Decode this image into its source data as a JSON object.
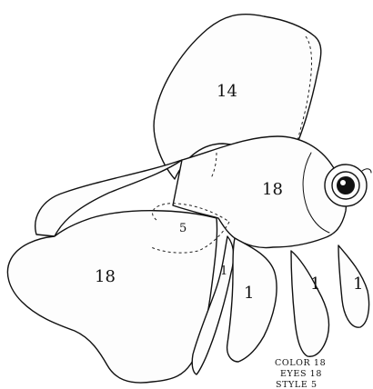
{
  "region_labels": {
    "dorsal_fin": "14",
    "body": "18",
    "tail": "18",
    "pectoral_fin": "5",
    "ventral_fin_front": "1",
    "ventral_fin_mid": "1",
    "anal_fin_left": "1",
    "anal_fin_right": "1"
  },
  "legend": {
    "color_line": "COLOR 18",
    "eyes_line": "EYES 18",
    "style_line": "STYLE 5"
  },
  "colors": {
    "ink": "#111111",
    "paper": "#ffffff"
  }
}
